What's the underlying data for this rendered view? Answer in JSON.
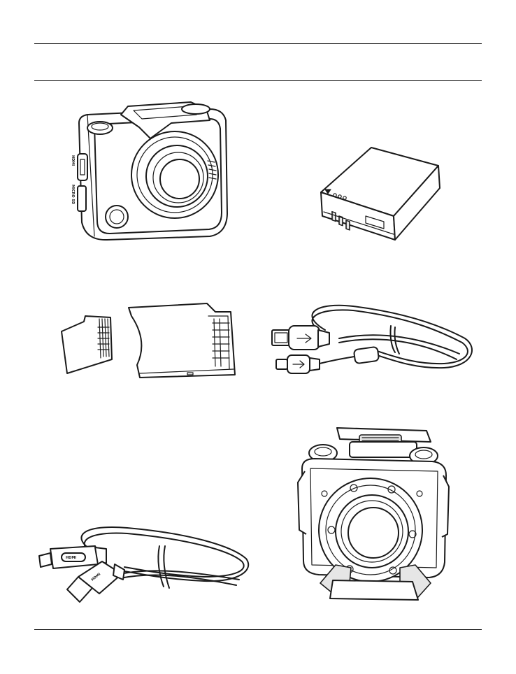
{
  "page": {
    "items": [
      {
        "name": "action-camera",
        "labels": {
          "hdmi_port": "HDMI",
          "card_slot": "MICRO SD"
        }
      },
      {
        "name": "battery-pack"
      },
      {
        "name": "microsd-card-and-sd-adapter"
      },
      {
        "name": "usb-cable"
      },
      {
        "name": "hdmi-cable",
        "labels": {
          "connector": "HDMI",
          "plug": "HDMI"
        }
      },
      {
        "name": "waterproof-housing"
      }
    ]
  }
}
